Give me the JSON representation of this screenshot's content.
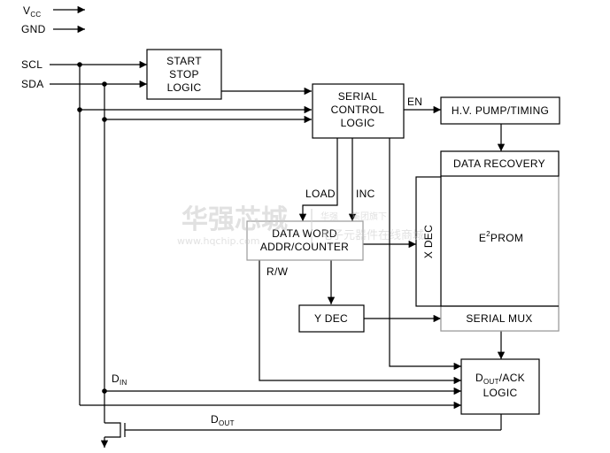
{
  "pins": {
    "vcc": "V",
    "vcc_sub": "CC",
    "gnd": "GND",
    "scl": "SCL",
    "sda": "SDA"
  },
  "blocks": {
    "start_stop": [
      "START",
      "STOP",
      "LOGIC"
    ],
    "serial_control": [
      "SERIAL",
      "CONTROL",
      "LOGIC"
    ],
    "hv_pump": "H.V. PUMP/TIMING",
    "data_recovery": "DATA RECOVERY",
    "eprom_e": "E",
    "eprom_sup": "2",
    "eprom_rest": "PROM",
    "x_dec": "X DEC",
    "serial_mux": "SERIAL MUX",
    "data_word": [
      "DATA WORD",
      "ADDR/COUNTER"
    ],
    "y_dec": "Y DEC",
    "dout_ack_d": "D",
    "dout_ack_sub": "OUT",
    "dout_ack_rest": "/ACK",
    "dout_ack_line2": "LOGIC"
  },
  "signals": {
    "en": "EN",
    "load": "LOAD",
    "inc": "INC",
    "rw": "R/W",
    "din_d": "D",
    "din_sub": "IN",
    "dout_d": "D",
    "dout_sub": "OUT"
  },
  "watermark": {
    "main": "华强芯城",
    "url": "www.hqchip.com",
    "side1": "华强",
    "side2": "集团旗下",
    "side3": "电子元器件在线商城"
  }
}
